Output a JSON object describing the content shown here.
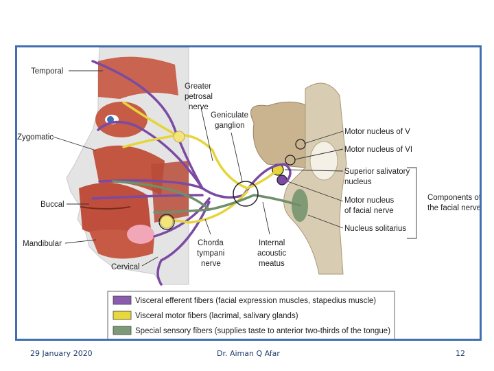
{
  "labels": {
    "temporal": "Temporal",
    "zygomatic": "Zygomatic",
    "buccal": "Buccal",
    "mandibular": "Mandibular",
    "cervical": "Cervical",
    "greater_petrosal": [
      "Greater",
      "petrosal",
      "nerve"
    ],
    "geniculate": [
      "Geniculate",
      "ganglion"
    ],
    "chorda_tympani": [
      "Chorda",
      "tympani",
      "nerve"
    ],
    "internal_acoustic": [
      "Internal",
      "acoustic",
      "meatus"
    ],
    "motor_nucleus_v": "Motor nucleus of V",
    "motor_nucleus_vi": "Motor nucleus of VI",
    "superior_salivatory": [
      "Superior salivatory",
      "nucleus"
    ],
    "motor_nucleus_facial": [
      "Motor nucleus",
      "of facial nerve"
    ],
    "nucleus_solitarius": "Nucleus solitarius",
    "components": [
      "Components of",
      "the facial nerve"
    ]
  },
  "legend": [
    {
      "text": "Visceral efferent fibers (facial expression muscles, stapedius muscle)",
      "color": "#8b5bb0"
    },
    {
      "text": "Visceral motor fibers (lacrimal, salivary glands)",
      "color": "#e8d83a"
    },
    {
      "text": "Special sensory fibers (supplies taste to anterior two-thirds of the tongue)",
      "color": "#7d9a78"
    }
  ],
  "footer": {
    "date": "29  January  2020",
    "author": "Dr. Aiman Q Afar",
    "page": "12"
  },
  "colors": {
    "border": "#3f6fb0",
    "purple": "#7b4aa3",
    "yellow": "#e6d43a",
    "green": "#6f8f68"
  }
}
